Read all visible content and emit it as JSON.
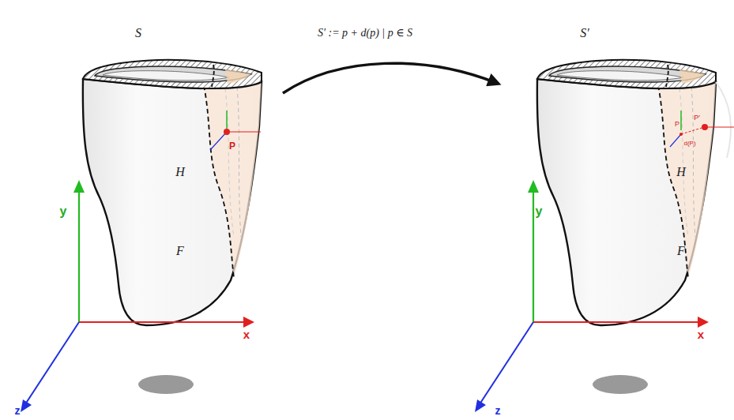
{
  "diagram": {
    "labels": [
      "S",
      "S′ := p + d(p) | p ∈ S",
      "S′",
      "P",
      "H",
      "F",
      "y",
      "x",
      "z",
      "P",
      "P′",
      "d(P)",
      "H",
      "F",
      "y",
      "x",
      "z"
    ]
  }
}
